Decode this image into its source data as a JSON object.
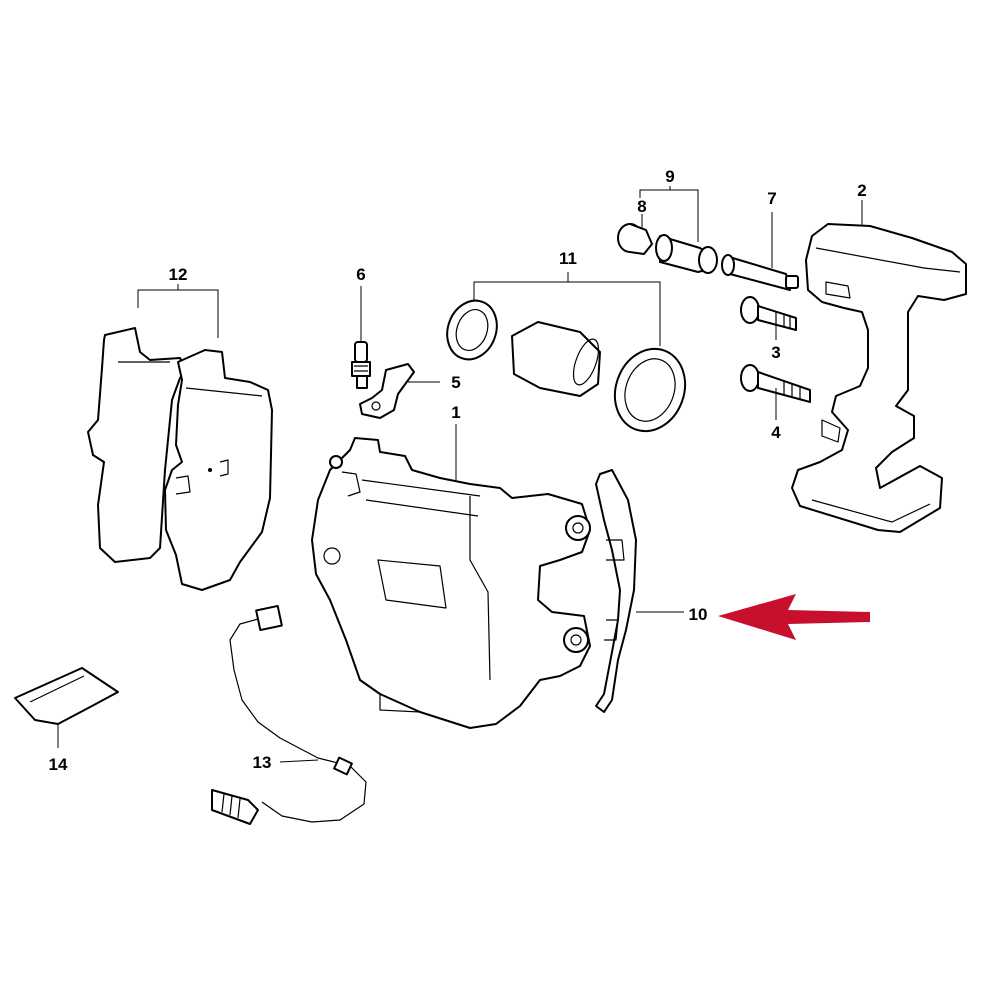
{
  "diagram": {
    "callouts": [
      "1",
      "2",
      "3",
      "4",
      "5",
      "6",
      "7",
      "8",
      "9",
      "10",
      "11",
      "12",
      "13",
      "14"
    ],
    "arrow_color": "#c8102e",
    "arrow_target": "10"
  }
}
